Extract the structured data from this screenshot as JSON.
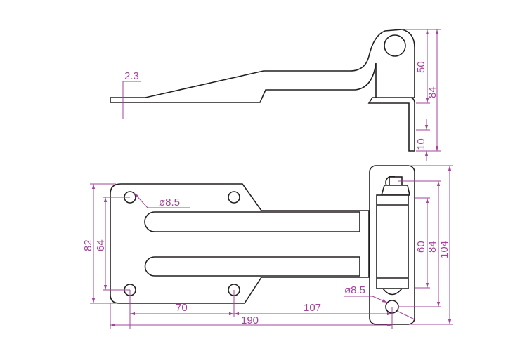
{
  "colors": {
    "outline": "#231f20",
    "dimension": "#a3449a"
  },
  "top_view": {
    "thickness": "2.3",
    "eye_height": "50",
    "total_height": "84",
    "flange_height": "10"
  },
  "plan_view": {
    "plate_height": "82",
    "hole_spacing_vertical": "64",
    "hole_diameter": "ø8.5",
    "pin_hole_diameter": "ø8.5",
    "hole_spacing_horizontal": "70",
    "hole_to_pin": "107",
    "overall_length": "190",
    "hinge_length": "60",
    "pin_spacing": "84",
    "bracket_height": "104"
  }
}
